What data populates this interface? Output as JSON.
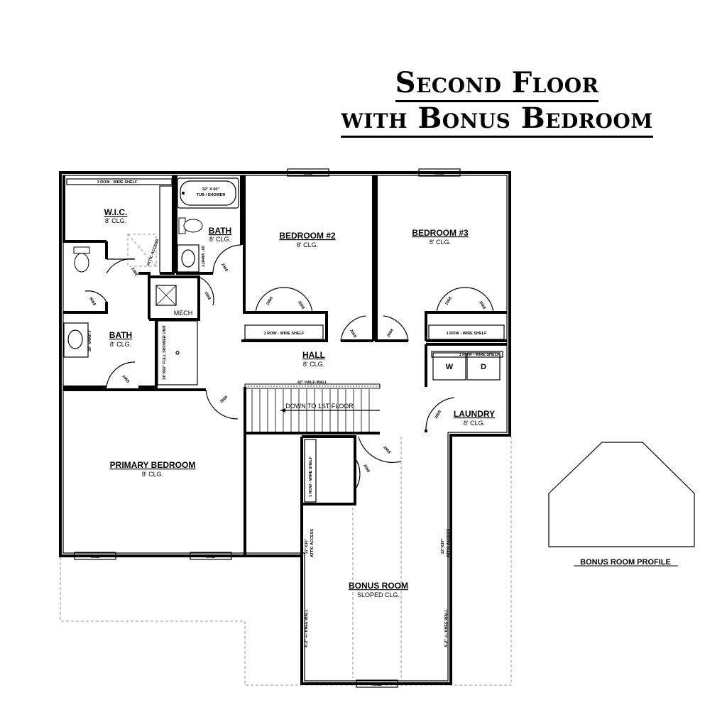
{
  "title": {
    "line1": "Second Floor",
    "line2": "with Bonus Bedroom"
  },
  "rooms": {
    "wic": {
      "name": "W.I.C.",
      "ceiling": "8' CLG."
    },
    "bath_upper": {
      "name": "BATH",
      "ceiling": "8' CLG."
    },
    "bedroom2": {
      "name": "BEDROOM #2",
      "ceiling": "8' CLG."
    },
    "bedroom3": {
      "name": "BEDROOM #3",
      "ceiling": "8' CLG."
    },
    "bath_primary": {
      "name": "BATH",
      "ceiling": "8' CLG."
    },
    "hall": {
      "name": "HALL",
      "ceiling": "8' CLG."
    },
    "laundry": {
      "name": "LAUNDRY",
      "ceiling": "8' CLG."
    },
    "primary": {
      "name": "PRIMARY BEDROOM",
      "ceiling": "8' CLG."
    },
    "bonus": {
      "name": "BONUS ROOM",
      "ceiling": "SLOPED CLG."
    },
    "mech": {
      "name": "MECH"
    }
  },
  "labels": {
    "wire_shelf": "1 ROW - WIRE SHELF",
    "tub": "32\" X 60\"",
    "tub2": "TUB / SHOWER",
    "attic_access": "ATTIC ACCESS",
    "vanity30": "30\" VANITY",
    "vanity36": "36\" VANITY",
    "shower_unit": "34\"X60\" FULL SHOWER UNIT",
    "half_wall": "42\" HALF-WALL",
    "down": "DOWN TO 1ST FLOOR",
    "attic_22": "22\"X30\"",
    "attic_22b": "ATTIC ACCESS",
    "knee_wall": "4'-2\" +/- KNEE WALL",
    "washer": "W",
    "dryer": "D",
    "profile": "BONUS ROOM PROFILE"
  },
  "windows": {
    "w3052": "3052"
  },
  "doors": {
    "d2468": "2468",
    "d2068": "2068",
    "d2868": "2868",
    "d2668": "2668",
    "d8068": "8068",
    "d2668b": "2668"
  }
}
